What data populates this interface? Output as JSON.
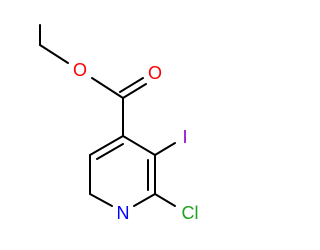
{
  "molecule": {
    "atoms": {
      "o_carbonyl": "O",
      "o_ester": "O",
      "iodine": "I",
      "nitrogen": "N",
      "chlorine": "Cl"
    }
  },
  "colors": {
    "bond": "#000000",
    "oxygen": "#ff0000",
    "iodine": "#9400d3",
    "nitrogen": "#0000ff",
    "chlorine": "#1fa01f"
  }
}
